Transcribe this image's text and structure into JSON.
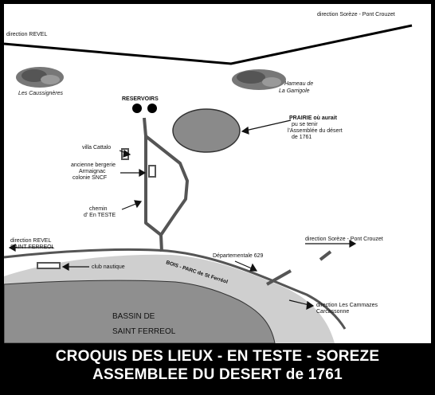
{
  "labels": {
    "direction_soreze_top": "direction Sorèze - Pont Crouzet",
    "direction_revel_top": "direction REVEL",
    "les_caussigneres": "Les Caussignères",
    "hameau_line1": "Hameau de",
    "hameau_line2": "La Garrigole",
    "reservoirs": "RESERVOIRS",
    "prairie_line1": "PRAIRIE où aurait",
    "prairie_line2": "pu se tenir",
    "prairie_line3": "l'Assemblée du désert",
    "prairie_line4": "de 1761",
    "villa_cattalo": "villa Cattalo",
    "bergerie_line1": "ancienne bergerie",
    "bergerie_line2": "Armaignac",
    "bergerie_line3": "colonie SNCF",
    "chemin_line1": "chemin",
    "chemin_line2": "d' En TESTE",
    "direction_revel_line1": "direction REVEL",
    "direction_revel_line2": "SAINT FERREOL",
    "club_nautique": "club nautique",
    "departementale": "Départementale 629",
    "direction_soreze_right": "direction Sorèze - Pont Crouzet",
    "bois_parc": "BOIS - PARC de St Ferréol",
    "bassin_line1": "BASSIN DE",
    "bassin_line2": "SAINT FERREOL",
    "cammazes_line1": "direction Les Cammazes",
    "cammazes_line2": "Carcassonne"
  },
  "caption": {
    "line1": "CROQUIS DES LIEUX - EN TESTE - SOREZE",
    "line2": "ASSEMBLEE DU DESERT de 1761"
  },
  "colors": {
    "frame": "#000000",
    "paper": "#ffffff",
    "road": "#555555",
    "lake": "#8f8f8f",
    "woods": "#cfcfcf",
    "prairie": "#8a8a8a"
  }
}
